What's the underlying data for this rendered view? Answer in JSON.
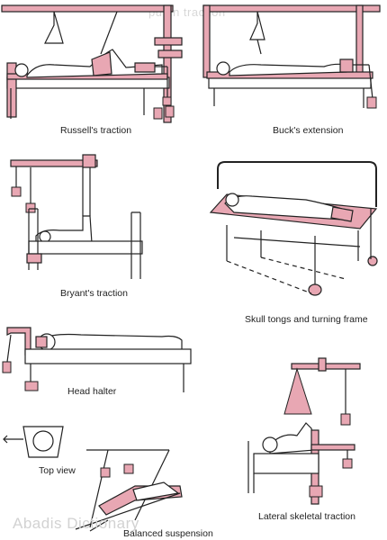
{
  "header": {
    "watermark": "put in traction"
  },
  "footer": {
    "watermark": "Abadis Dictionary"
  },
  "colors": {
    "frame": "#e8a7b3",
    "outline": "#222222",
    "background": "#ffffff"
  },
  "figures": {
    "russell": {
      "caption": "Russell's traction"
    },
    "buck": {
      "caption": "Buck's extension"
    },
    "bryant": {
      "caption": "Bryant's traction"
    },
    "skull": {
      "caption": "Skull tongs and turning frame"
    },
    "head_halter": {
      "caption": "Head halter"
    },
    "top_view": {
      "caption": "Top view"
    },
    "balanced": {
      "caption": "Balanced suspension"
    },
    "lateral": {
      "caption": "Lateral skeletal traction"
    }
  }
}
